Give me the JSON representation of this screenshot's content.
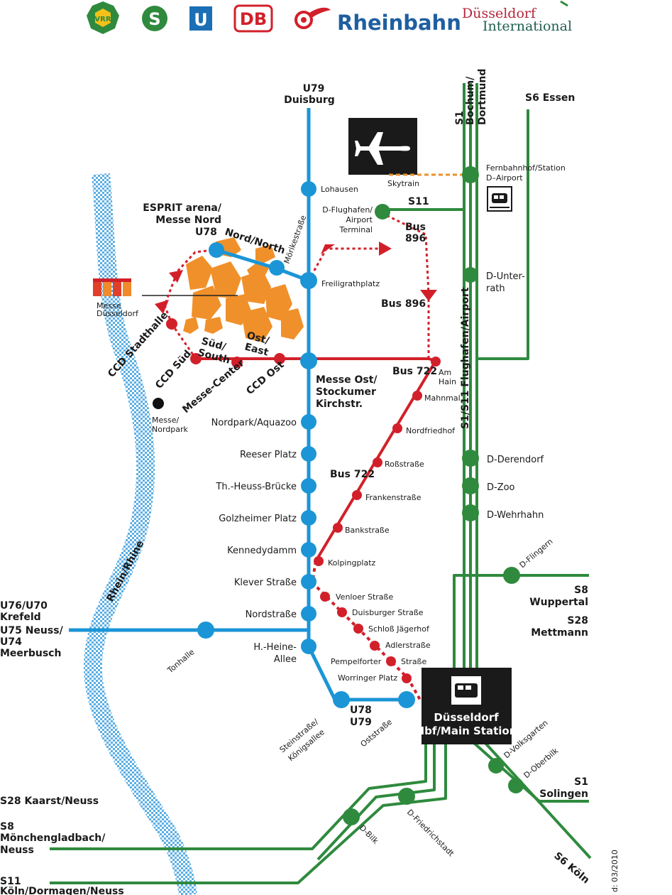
{
  "logos": {
    "vrr": "VRR",
    "s_bahn": "S",
    "u_bahn": "U",
    "db": "DB",
    "rheinbahn": "Rheinbahn",
    "airport_line1": "Düsseldorf",
    "airport_line2": "International"
  },
  "river": {
    "line1": "Rhein/Rhine"
  },
  "messe_logo_caption": {
    "line1": "Messe",
    "line2": "Düsseldorf"
  },
  "colors": {
    "u_bahn": "#1b95d6",
    "s_bahn": "#2f8a3e",
    "bus": "#d2202a",
    "skytrain": "#e8912d",
    "river": "#4aa3df",
    "halls": "#f0902a"
  },
  "line_labels": {
    "u79_duisburg_1": "U79",
    "u79_duisburg_2": "Duisburg",
    "s1_label": "S1",
    "bochum_1": "Bochum/",
    "bochum_2": "Dortmund",
    "s6_essen": "S6 Essen",
    "s11_top": "S11",
    "skytrain": "Skytrain",
    "bus896_a1": "Bus",
    "bus896_a2": "896",
    "bus896_b": "Bus 896",
    "bus722_a": "Bus 722",
    "bus722_b": "Bus 722",
    "s1s11_vertical": "S1/S11 Flughafen/Airport",
    "u76_1": "U76/U70",
    "u76_2": "Krefeld",
    "u76_3": "U75 Neuss/",
    "u76_4": "U74",
    "u76_5": "Meerbusch",
    "u78u79_1": "U78",
    "u78u79_2": "U79",
    "u78": "U78",
    "s8_1": "S8",
    "s8_2": "Wuppertal",
    "s28_1": "S28",
    "s28_2": "Mettmann",
    "s1_sol_1": "S1",
    "s1_sol_2": "Solingen",
    "s6_koeln": "S6 Köln",
    "s28_kaarst": "S28 Kaarst/Neuss",
    "s8_mg_1": "S8",
    "s8_mg_2": "Mönchengladbach/",
    "s8_mg_3": "Neuss",
    "s11_k_1": "S11",
    "s11_k_2": "Köln/Dormagen/Neuss",
    "footer_stand": "d: 03/2010"
  },
  "stations": {
    "lohausen": "Lohausen",
    "fernbahnhof_1": "Fernbahnhof/Station",
    "fernbahnhof_2": "D–Airport",
    "terminal_1": "D-Flughafen/",
    "terminal_2": "Airport",
    "terminal_3": "Terminal",
    "unterrath_1": "D-Unter-",
    "unterrath_2": "rath",
    "freiligrath": "Freiligrathplatz",
    "esprit_1": "ESPRIT arena/",
    "esprit_2": "Messe Nord",
    "nord": "Nord/North",
    "moerike": "Mörikestraße",
    "ccd_stadthalle": "CCD Stadthalle",
    "sued_1": "Süd/",
    "sued_2": "South",
    "ost_1": "Ost/",
    "ost_2": "East",
    "ccd_sued": "CCD Süd",
    "messe_center": "Messe-Center",
    "ccd_ost": "CCD Ost",
    "messe_nordpark_1": "Messe/",
    "messe_nordpark_2": "Nordpark",
    "messe_ost_1": "Messe Ost/",
    "messe_ost_2": "Stockumer",
    "messe_ost_3": "Kirchstr.",
    "am_hain_1": "Am",
    "am_hain_2": "Hain",
    "mahnmal": "Mahnmal",
    "nordfriedhof": "Nordfriedhof",
    "rossstrasse": "Roßstraße",
    "frankenstrasse": "Frankenstraße",
    "bankstrasse": "Bankstraße",
    "kolpingplatz": "Kolpingplatz",
    "venloer": "Venloer Straße",
    "duisburger": "Duisburger Straße",
    "schloss": "Schloß Jägerhof",
    "adlerstrasse": "Adlerstraße",
    "pempelforter_1": "Pempelforter",
    "pempelforter_2": "Straße",
    "worringer": "Worringer Platz",
    "nordpark": "Nordpark/Aquazoo",
    "reeser": "Reeser Platz",
    "heuss": "Th.-Heuss-Brücke",
    "golzheimer": "Golzheimer Platz",
    "kennedydamm": "Kennedydamm",
    "klever": "Klever Straße",
    "nordstrasse": "Nordstraße",
    "heine_1": "H.-Heine-",
    "heine_2": "Allee",
    "tonhalle": "Tonhalle",
    "steinstrasse_1": "Steinstraße/",
    "steinstrasse_2": "Königsallee",
    "oststrasse": "Oststraße",
    "derendorf": "D-Derendorf",
    "zoo": "D-Zoo",
    "wehrhahn": "D-Wehrhahn",
    "flingern": "D-Flingern",
    "hbf_1": "Düsseldorf",
    "hbf_2": "Hbf/Main Station",
    "volksgarten": "D-Volksgarten",
    "oberbilk": "D-Oberbilk",
    "bilk": "D-Bilk",
    "friedrichstadt": "D-Friedrichstadt"
  }
}
